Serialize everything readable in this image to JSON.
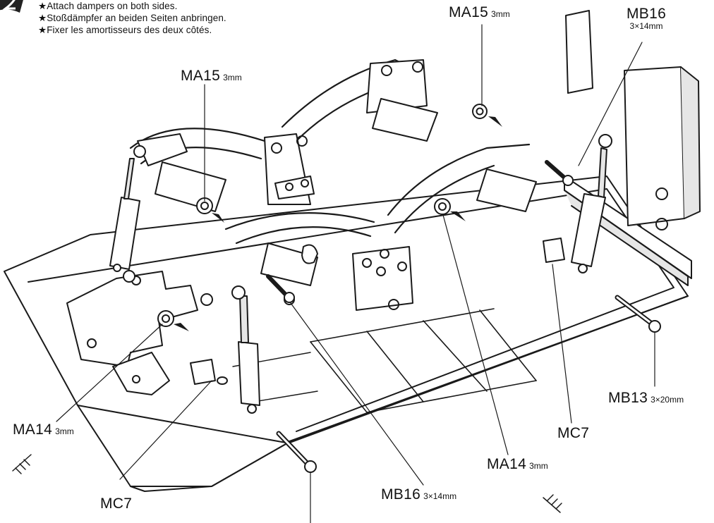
{
  "instructions": [
    "★Attach dampers on both sides.",
    "★Stoßdämpfer an beiden Seiten anbringen.",
    "★Fixer les amortisseurs des deux côtés."
  ],
  "labels": {
    "ma15_top": {
      "code": "MA15",
      "size": "3mm"
    },
    "mb16_top": {
      "code": "MB16",
      "size": "3×14mm"
    },
    "ma15_left": {
      "code": "MA15",
      "size": "3mm"
    },
    "mb13": {
      "code": "MB13",
      "size": "3×20mm"
    },
    "mc7_right": {
      "code": "MC7",
      "size": ""
    },
    "ma14_left": {
      "code": "MA14",
      "size": "3mm"
    },
    "ma14_right": {
      "code": "MA14",
      "size": "3mm"
    },
    "mc7_left": {
      "code": "MC7",
      "size": ""
    },
    "mb16_bottom": {
      "code": "MB16",
      "size": "3×14mm"
    }
  },
  "colors": {
    "line": "#1a1a1a",
    "fill": "#ffffff",
    "shade": "#e6e6e6"
  },
  "icons": [
    "step-number-badge",
    "arrow-icon",
    "screw-icon",
    "nut-icon",
    "damper-icon",
    "collar-icon"
  ]
}
